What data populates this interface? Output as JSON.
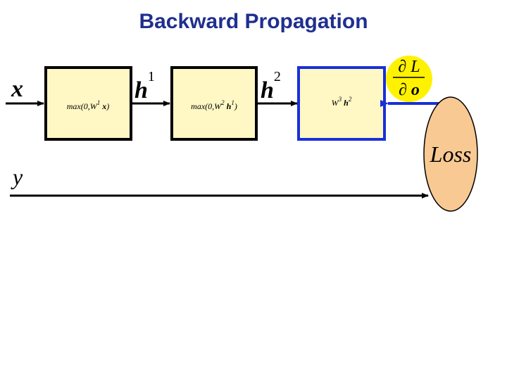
{
  "title": "Backward Propagation",
  "colors": {
    "box_fill": "#fff7c4",
    "box_stroke": "#000000",
    "active_stroke": "#1830d8",
    "arrow_black": "#000000",
    "arrow_blue": "#1830d8",
    "grad_circle": "#fff200",
    "loss_fill": "#f9c993",
    "title": "#1f2f8f"
  },
  "labels": {
    "x": "x",
    "y": "y",
    "h1_base": "h",
    "h1_sup": "1",
    "h2_base": "h",
    "h2_sup": "2",
    "loss": "Loss",
    "grad_num": "∂ L",
    "grad_den": "∂ o"
  },
  "boxes": [
    {
      "pre": "max(0,W",
      "sup": "1",
      "var": " x",
      "post": ")"
    },
    {
      "pre": "max(0,W",
      "sup": "2",
      "var": " h",
      "varsup": "1",
      "post": ")"
    },
    {
      "pre": "W",
      "sup": "3",
      "var": " h",
      "varsup": "2",
      "post": ""
    }
  ]
}
